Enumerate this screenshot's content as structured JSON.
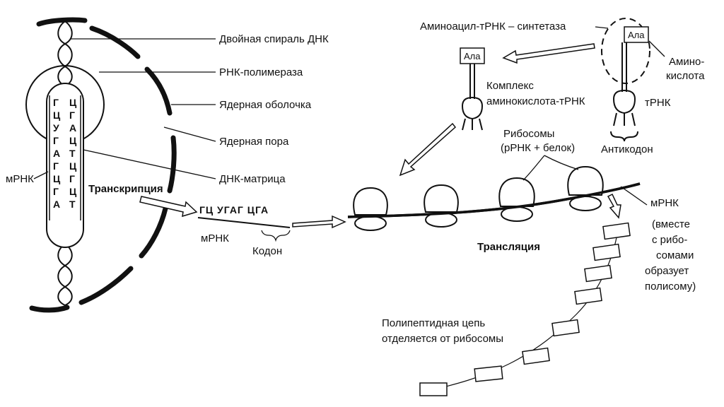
{
  "colors": {
    "ink": "#111111",
    "paper": "#ffffff"
  },
  "labels": {
    "dna_helix": "Двойная спираль ДНК",
    "rna_polymerase": "РНК-полимераза",
    "nuclear_envelope": "Ядерная оболочка",
    "nuclear_pore": "Ядерная пора",
    "dna_template": "ДНК-матрица",
    "mrna_left": "мРНК",
    "transcription": "Транскрипция",
    "mrna_strand_label": "мРНК",
    "codon": "Кодон",
    "aminoacyl_synthetase": "Аминоацил-тРНК – синтетаза",
    "amino_acid_line1": "Амино-",
    "amino_acid_line2": "кислота",
    "complex_line1": "Комплекс",
    "complex_line2": "аминокислота-тРНК",
    "trna": "тРНК",
    "anticodon": "Антикодон",
    "ribosomes_line1": "Рибосомы",
    "ribosomes_line2": "(рРНК + белок)",
    "mrna_right": "мРНК",
    "polysome_note": [
      "(вместе",
      "с рибо-",
      "сомами",
      "образует",
      "полисому)"
    ],
    "translation": "Трансляция",
    "polypeptide_line1": "Полипептидная цепь",
    "polypeptide_line2": "отделяется от рибосомы"
  },
  "ala_box_left": "Ала",
  "ala_box_right": "Ала",
  "mrna_sequence": "ГЦ УГАГ ЦГА",
  "dna_left_strand": [
    "Г",
    "Ц",
    "У",
    "Г",
    "А",
    "Г",
    "Ц",
    "Г",
    "А"
  ],
  "dna_right_strand": [
    "Ц",
    "Г",
    "А",
    "Ц",
    "Т",
    "Ц",
    "Г",
    "Ц",
    "Т"
  ]
}
